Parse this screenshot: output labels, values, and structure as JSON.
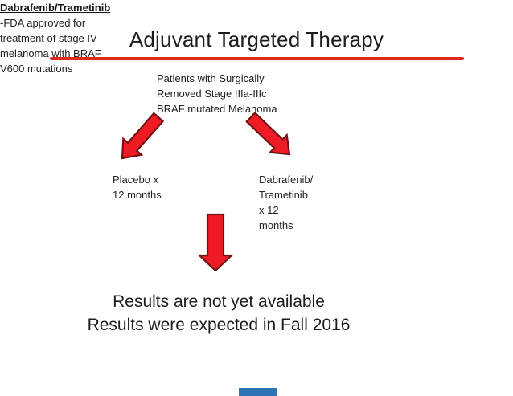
{
  "slide": {
    "title": "Adjuvant Targeted Therapy",
    "patients_block": "Patients with Surgically\nRemoved Stage IIIa-IIIc\nBRAF mutated Melanoma",
    "fda_note": {
      "heading": "Dabrafenib/Trametinib",
      "body": "-FDA approved for\ntreatment of stage IV\nmelanoma with BRAF\nV600 mutations"
    },
    "arm_left_label": "Placebo x\n12 months",
    "arm_right_label": "Dabrafenib/\nTrametinib\nx 12\nmonths",
    "results_line1": "Results are not yet available",
    "results_line2": "Results were expected in Fall 2016",
    "icons": {
      "arrow_left": "thick-red-arrow-down-left",
      "arrow_right": "thick-red-arrow-down-right",
      "arrow_down": "thick-red-arrow-down"
    },
    "colors": {
      "title_rule": "#e0281e",
      "arrow_fill": "#ee1b24",
      "arrow_outline": "#701312",
      "text": "#1f1f1f",
      "bottom_accent": "#2e74b5"
    }
  }
}
